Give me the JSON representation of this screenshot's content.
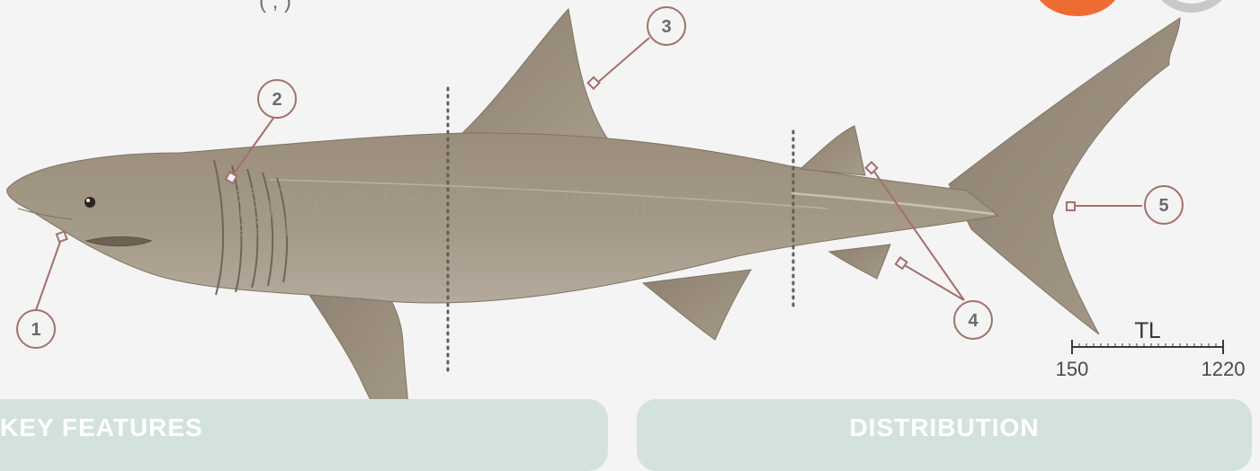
{
  "header": {
    "partial_text": "(              ,         )"
  },
  "panels": {
    "key_features": "KEY FEATURES",
    "distribution": "DISTRIBUTION"
  },
  "illustration": {
    "subject": "shark-illustration",
    "watermark": "©MARC DANDO"
  },
  "callouts": [
    "1",
    "2",
    "3",
    "4",
    "5"
  ],
  "scale": {
    "label": "TL",
    "min": "150",
    "max": "1220"
  },
  "colors": {
    "background": "#f4f4f4",
    "panel": "#d3e2df",
    "panel_text": "#ffffff",
    "callout_line": "#a3706c",
    "shark_body": "#9b8e7d",
    "shark_belly": "#b4aa9c",
    "badge_orange": "#ee6b33",
    "badge_grey": "#c8c8c8"
  }
}
